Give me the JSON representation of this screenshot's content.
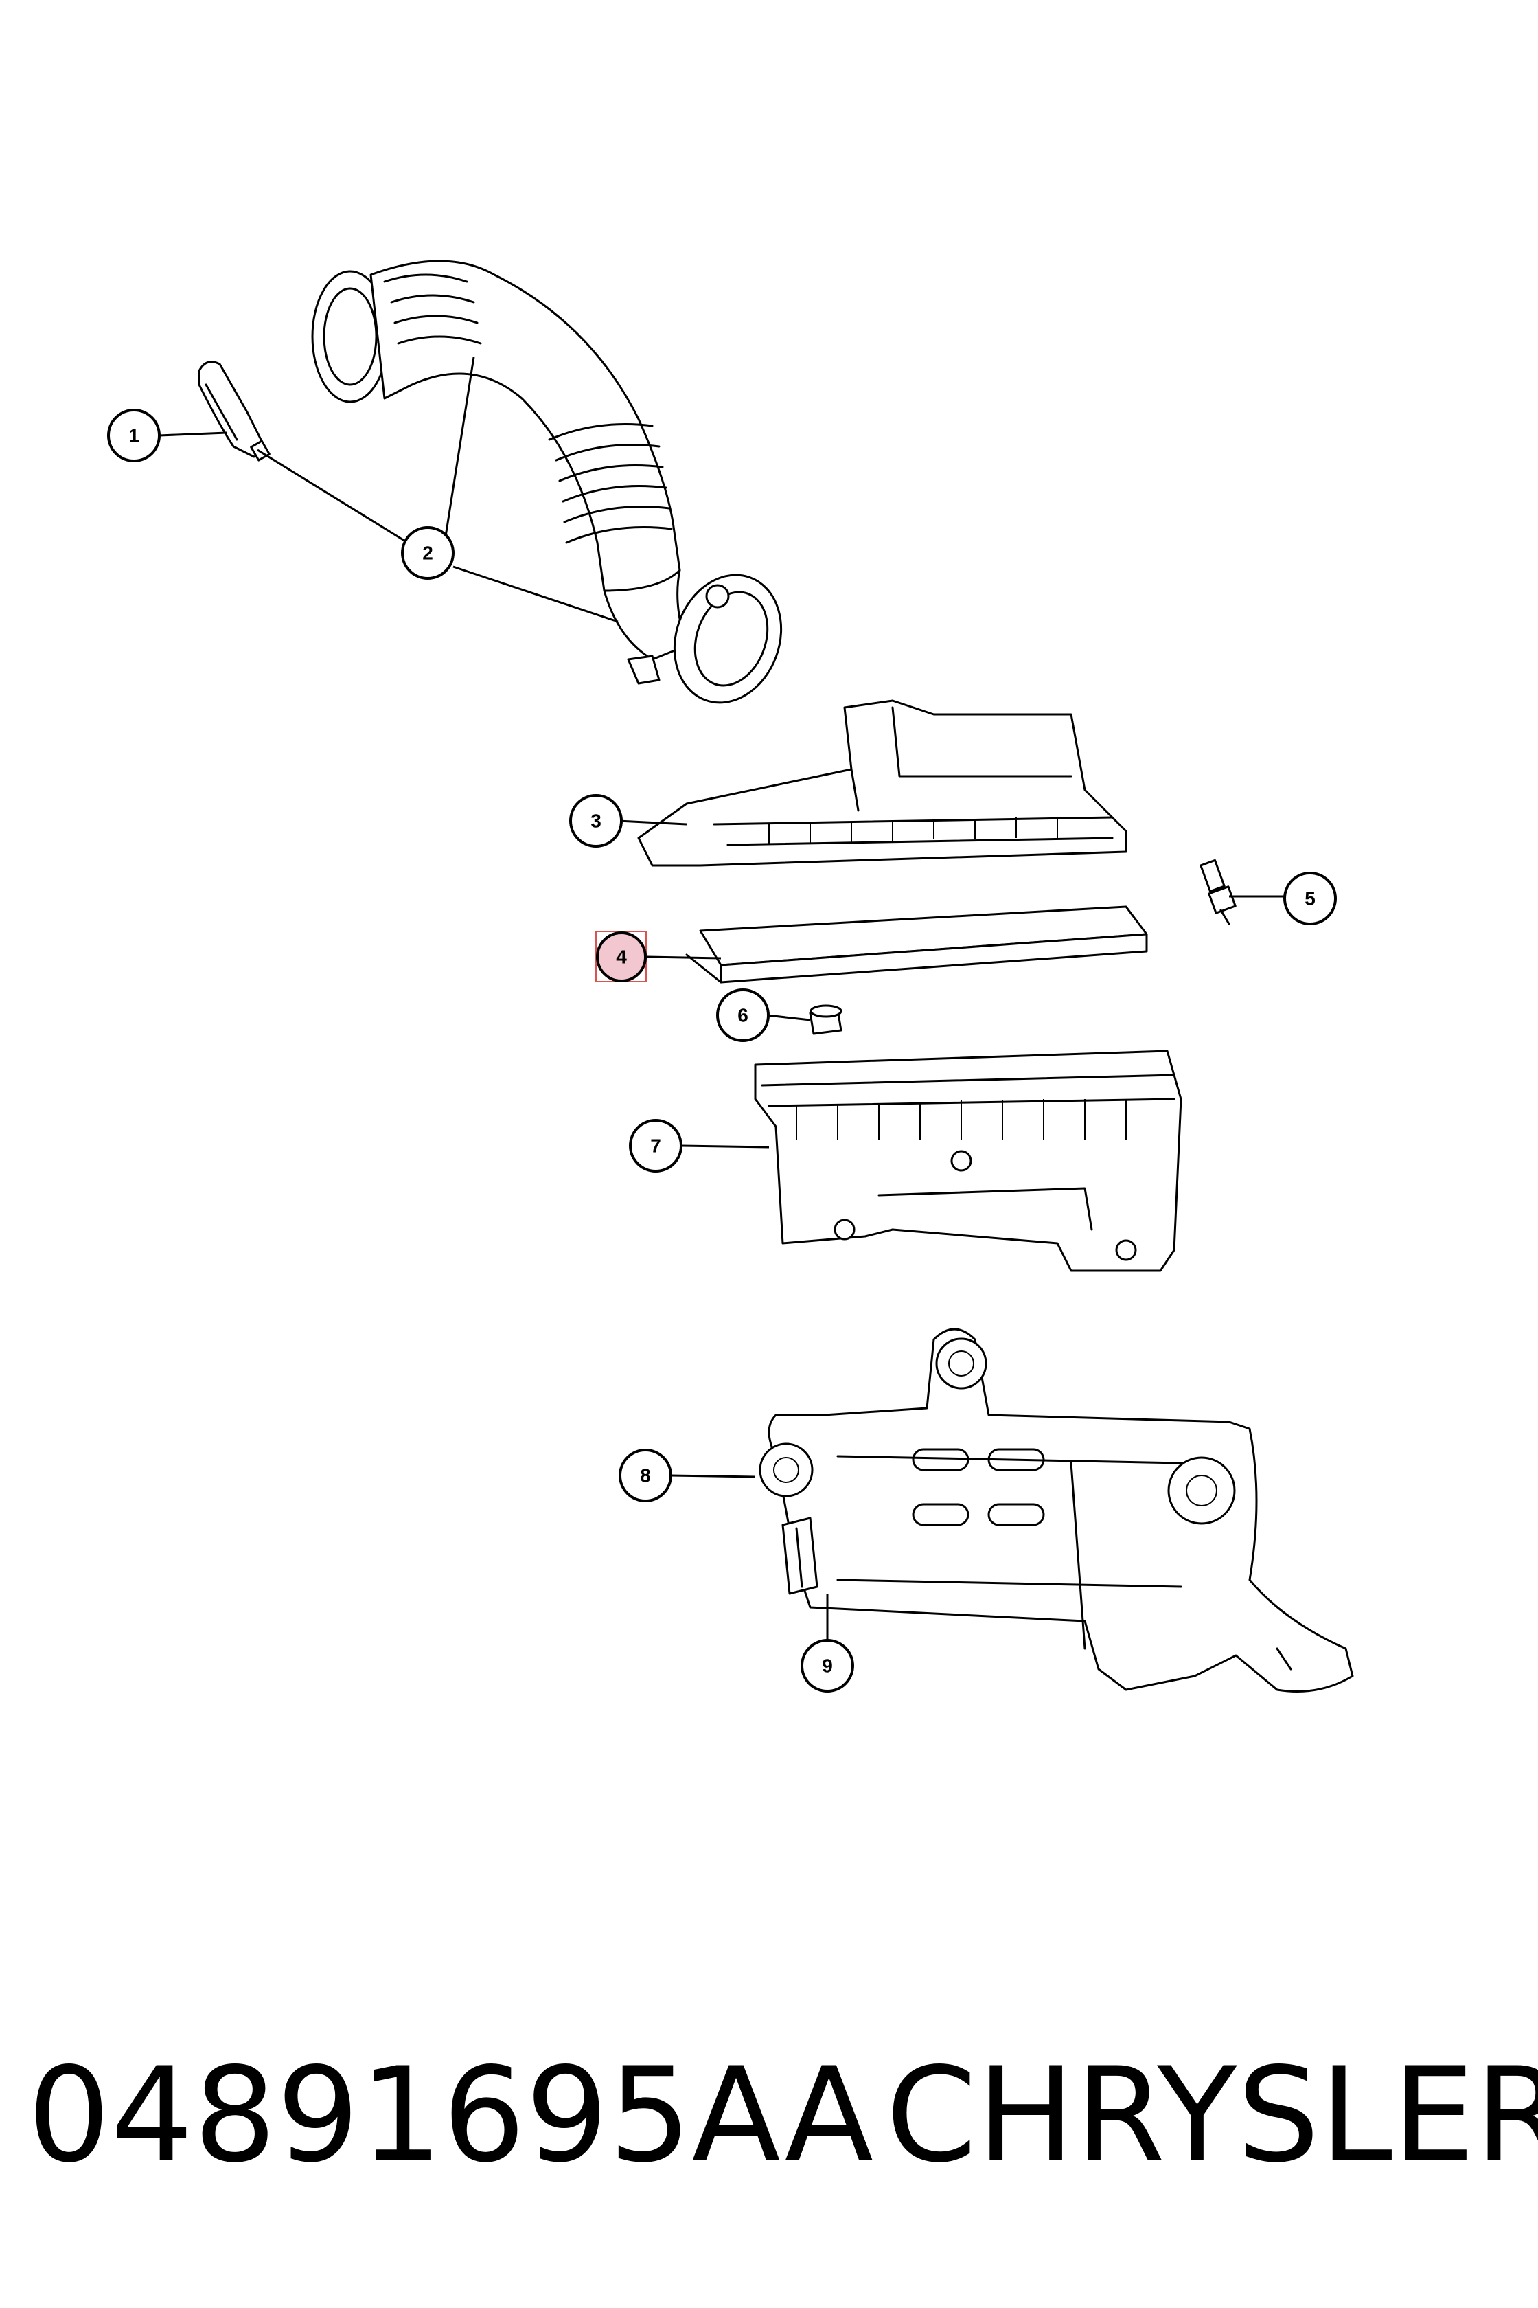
{
  "callouts": [
    {
      "label": "1"
    },
    {
      "label": "2"
    },
    {
      "label": "3"
    },
    {
      "label": "4",
      "highlight_color": "#f2c7cf"
    },
    {
      "label": "5"
    },
    {
      "label": "6"
    },
    {
      "label": "7"
    },
    {
      "label": "8"
    },
    {
      "label": "9"
    }
  ],
  "footer": {
    "part_number": "04891695AA",
    "brand": "CHRYSLER"
  },
  "colors": {
    "line": "#000000",
    "background": "#ffffff",
    "highlight": "#f2c7cf",
    "highlight_border": "#d9534f"
  }
}
